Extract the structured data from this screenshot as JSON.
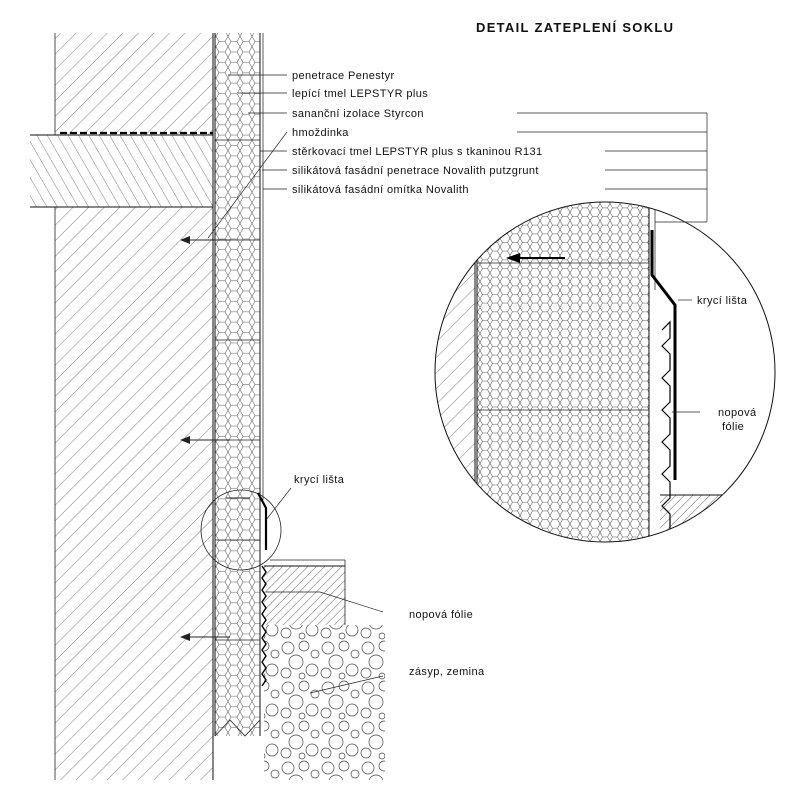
{
  "title": "DETAIL ZATEPLENÍ SOKLU",
  "layers": [
    "penetrace Penestyr",
    "lepící tmel LEPSTYR plus",
    "sananční izolace Styrcon",
    "hmoždinka",
    "stěrkovací tmel LEPSTYR plus s tkaninou R131",
    "silikátová fasádní penetrace Novalith putzgrunt",
    "silikátová fasádní omítka Novalith"
  ],
  "main_labels": {
    "cover_strip": "krycí lišta",
    "dimple_membrane": "nopová fólie",
    "backfill": "zásyp, zemina"
  },
  "detail_labels": {
    "cover_strip": "krycí lišta",
    "dimple_membrane_line1": "nopová",
    "dimple_membrane_line2": "fólie"
  },
  "icons": {
    "anchor": "anchor-arrow-icon"
  }
}
